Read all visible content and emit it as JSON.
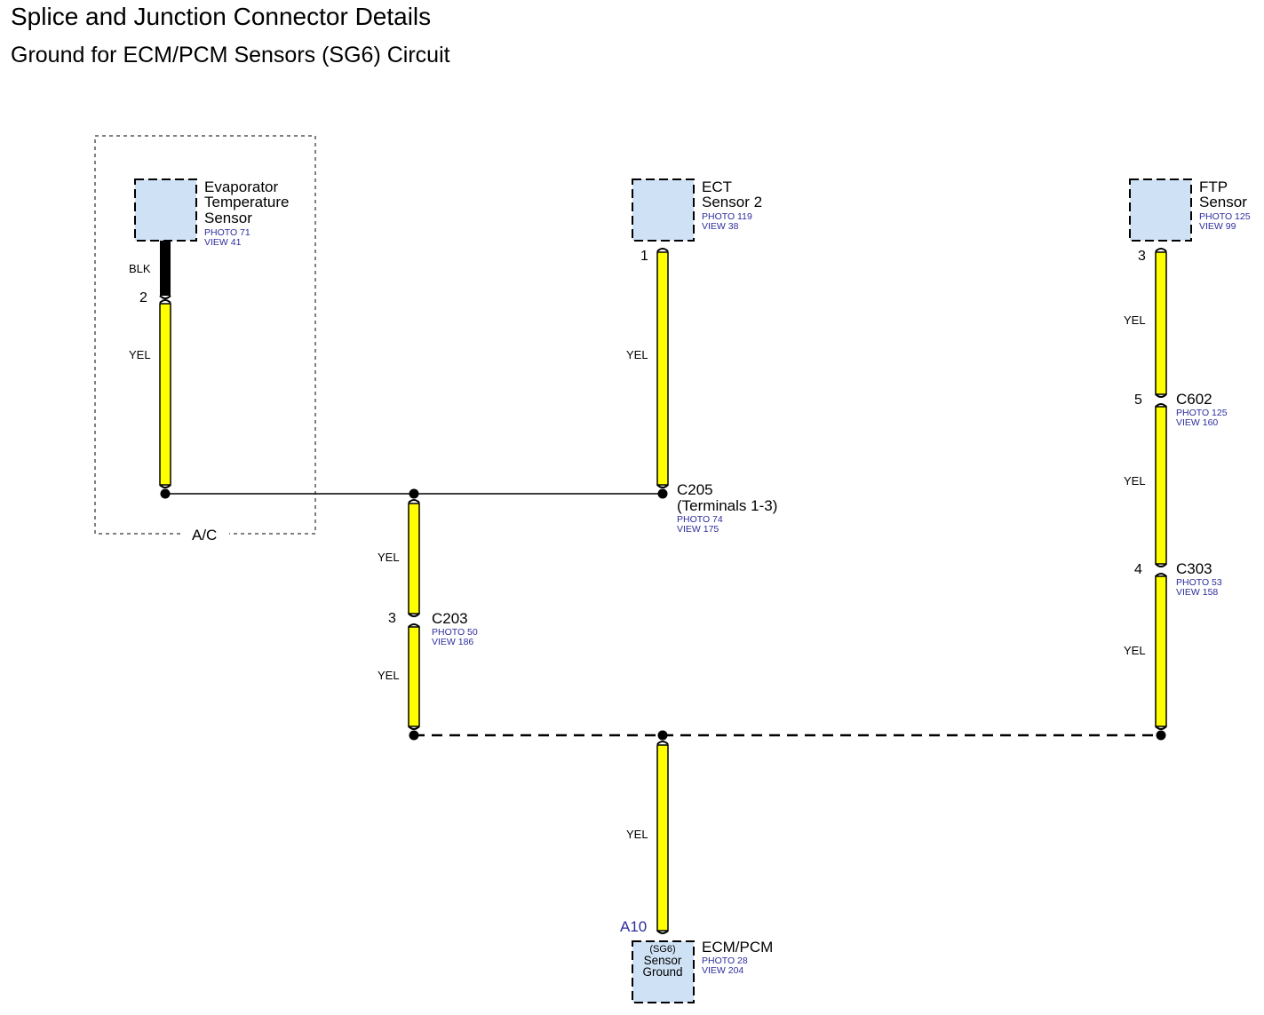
{
  "title": "Splice and Junction Connector Details",
  "subtitle": "Ground for ECM/PCM Sensors (SG6) Circuit",
  "colors": {
    "wire_yellow": "#ffff00",
    "wire_black": "#000000",
    "component_fill": "#cfe2f5",
    "ref_text": "#2d2d9e"
  },
  "ac_zone": {
    "label": "A/C"
  },
  "components": {
    "evap": {
      "name_lines": [
        "Evaporator",
        "Temperature",
        "Sensor"
      ],
      "photo": "PHOTO 71",
      "view": "VIEW 41"
    },
    "ect": {
      "name_lines": [
        "ECT",
        "Sensor 2"
      ],
      "photo": "PHOTO 119",
      "view": "VIEW 38",
      "pin": "1"
    },
    "ftp": {
      "name_lines": [
        "FTP",
        "Sensor"
      ],
      "photo": "PHOTO 125",
      "view": "VIEW 99",
      "pin": "3"
    },
    "ecm": {
      "name": "ECM/PCM",
      "photo": "PHOTO 28",
      "view": "VIEW 204",
      "pin": "A10",
      "inner_lines": [
        "(SG6)",
        "Sensor",
        "Ground"
      ]
    }
  },
  "connectors": {
    "evap_pin": {
      "pin": "2"
    },
    "c205": {
      "name": "C205",
      "detail": "(Terminals 1-3)",
      "photo": "PHOTO 74",
      "view": "VIEW 175"
    },
    "c203": {
      "name": "C203",
      "pin": "3",
      "photo": "PHOTO 50",
      "view": "VIEW 186"
    },
    "c602": {
      "name": "C602",
      "pin": "5",
      "photo": "PHOTO 125",
      "view": "VIEW 160"
    },
    "c303": {
      "name": "C303",
      "pin": "4",
      "photo": "PHOTO 53",
      "view": "VIEW 158"
    }
  },
  "wire_labels": {
    "evap_blk": "BLK",
    "evap_yel": "YEL",
    "ect_yel": "YEL",
    "c203_upper": "YEL",
    "c203_lower": "YEL",
    "ftp_upper": "YEL",
    "ftp_middle": "YEL",
    "ftp_lower": "YEL",
    "ecm_yel": "YEL"
  }
}
